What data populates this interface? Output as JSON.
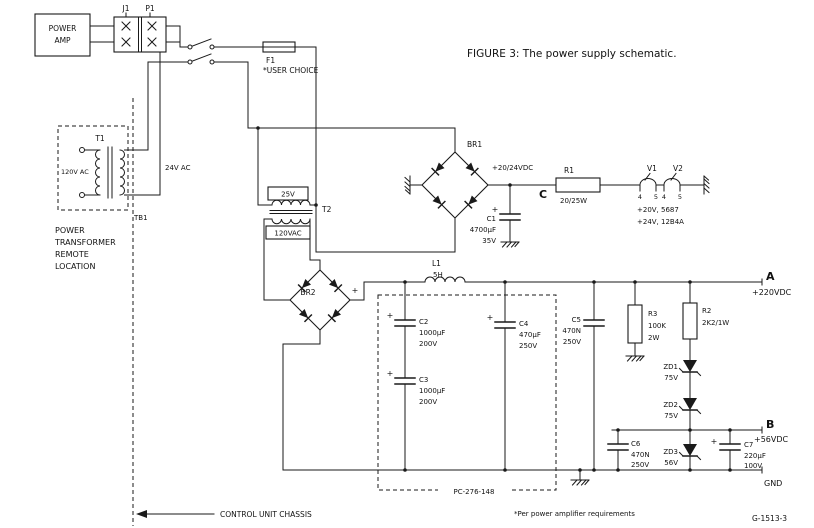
{
  "figure": {
    "title": "FIGURE 3: The power supply schematic.",
    "board_label": "PC-276-148",
    "chassis_label": "CONTROL UNIT CHASSIS",
    "footnote": "*Per power amplifier requirements",
    "drawing_number": "G-1513-3"
  },
  "blocks": {
    "power_amp": [
      "POWER",
      "AMP"
    ],
    "remote": [
      "POWER",
      "TRANSFORMER",
      "REMOTE",
      "LOCATION"
    ]
  },
  "connectors": {
    "j1": "J1",
    "p1": "P1",
    "tb1": "TB1"
  },
  "fuse": {
    "ref": "F1",
    "note": "*USER CHOICE"
  },
  "t1": {
    "ref": "T1",
    "primary": "120V AC",
    "secondary": "24V AC"
  },
  "t2": {
    "ref": "T2",
    "tap": "25V",
    "secondary": "120VAC"
  },
  "bridges": {
    "br1": "BR1",
    "br2": "BR2"
  },
  "nodes": {
    "c": "C",
    "c_voltage": "+20/24VDC",
    "a": "A",
    "a_voltage": "+220VDC",
    "b": "B",
    "b_voltage": "+56VDC",
    "gnd": "GND"
  },
  "tubes": {
    "v1": "V1",
    "v2": "V2",
    "pins": [
      "4",
      "5",
      "4",
      "5"
    ],
    "note1": "+20V, 5687",
    "note2": "+24V, 12B4A"
  },
  "resistors": {
    "r1": {
      "ref": "R1",
      "value": "20/25W"
    },
    "r2": {
      "ref": "R2",
      "value": "2K2/1W"
    },
    "r3": {
      "ref": "R3",
      "value": "100K",
      "power": "2W"
    }
  },
  "inductor": {
    "ref": "L1",
    "value": "5H"
  },
  "caps": {
    "c1": {
      "ref": "C1",
      "value": "4700µF",
      "volt": "35V"
    },
    "c2": {
      "ref": "C2",
      "value": "1000µF",
      "volt": "200V"
    },
    "c3": {
      "ref": "C3",
      "value": "1000µF",
      "volt": "200V"
    },
    "c4": {
      "ref": "C4",
      "value": "470µF",
      "volt": "250V"
    },
    "c5": {
      "ref": "C5",
      "value": "470N",
      "volt": "250V"
    },
    "c6": {
      "ref": "C6",
      "value": "470N",
      "volt": "250V"
    },
    "c7": {
      "ref": "C7",
      "value": "220µF",
      "volt": "100V"
    }
  },
  "zeners": {
    "zd1": {
      "ref": "ZD1",
      "value": "75V"
    },
    "zd2": {
      "ref": "ZD2",
      "value": "75V"
    },
    "zd3": {
      "ref": "ZD3",
      "value": "56V"
    }
  },
  "symbols": {
    "plus": "+"
  },
  "colors": {
    "ink": "#1a1a1a",
    "background": "#ffffff"
  }
}
